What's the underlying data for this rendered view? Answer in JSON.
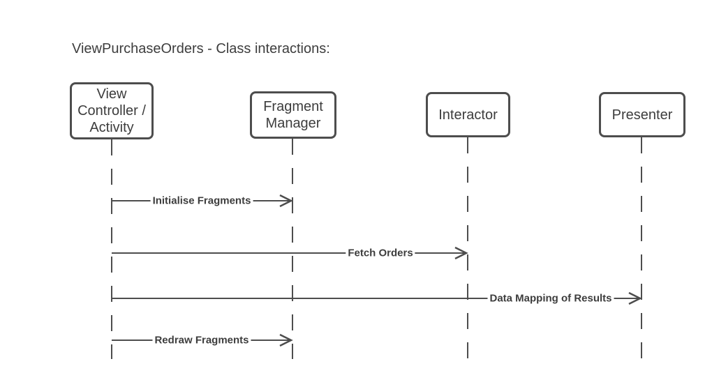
{
  "diagram": {
    "title": "ViewPurchaseOrders - Class interactions:",
    "type": "sequence-diagram",
    "actors": [
      {
        "id": "view-controller-activity",
        "label": [
          "View",
          "Controller /",
          "Activity"
        ]
      },
      {
        "id": "fragment-manager",
        "label": [
          "Fragment",
          "Manager"
        ]
      },
      {
        "id": "interactor",
        "label": "Interactor"
      },
      {
        "id": "presenter",
        "label": "Presenter"
      }
    ],
    "messages": [
      {
        "label": "Initialise Fragments",
        "from": "view-controller-activity",
        "to": "fragment-manager"
      },
      {
        "label": "Fetch Orders",
        "from": "view-controller-activity",
        "to": "interactor"
      },
      {
        "label": "Data Mapping of Results",
        "from": "view-controller-activity",
        "to": "presenter"
      },
      {
        "label": "Redraw Fragments",
        "from": "view-controller-activity",
        "to": "fragment-manager"
      }
    ],
    "colors": {
      "stroke": "#4d4d4d",
      "text": "#3d3d3d",
      "background": "#ffffff"
    }
  }
}
